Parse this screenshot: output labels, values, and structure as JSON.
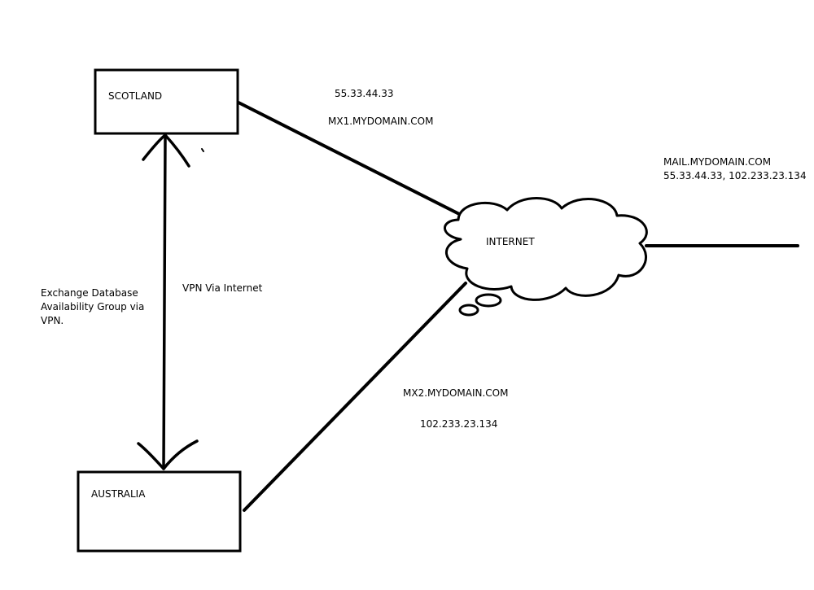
{
  "nodes": {
    "scotland": {
      "label": "SCOTLAND"
    },
    "australia": {
      "label": "AUSTRALIA"
    },
    "internet": {
      "label": "INTERNET"
    }
  },
  "links": {
    "scotland_internet": {
      "ip": "55.33.44.33",
      "host": "MX1.MYDOMAIN.COM"
    },
    "australia_internet": {
      "host": "MX2.MYDOMAIN.COM",
      "ip": "102.233.23.134"
    },
    "internet_external": {
      "host": "MAIL.MYDOMAIN.COM",
      "ips": "55.33.44.33, 102.233.23.134"
    },
    "scotland_australia": {
      "label": "VPN Via Internet",
      "side_note_lines": [
        "Exchange Database",
        "Availability Group via",
        "VPN."
      ]
    }
  },
  "colors": {
    "stroke": "#000000",
    "background": "#ffffff"
  }
}
